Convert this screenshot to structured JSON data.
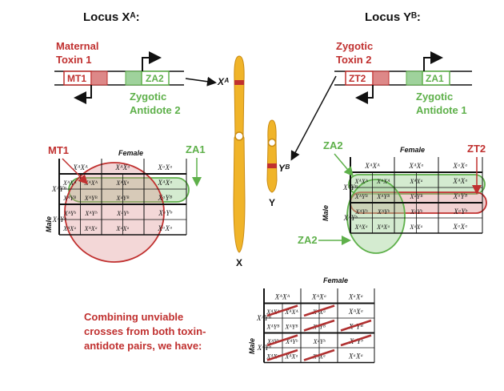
{
  "title_left": "Locus Xᴬ:",
  "title_right": "Locus Yᴮ:",
  "left_construct": {
    "label1": "Maternal",
    "label2": "Toxin 1",
    "box1": "MT1",
    "box2": "ZA2",
    "anti1": "Zygotic",
    "anti2": "Antidote 2"
  },
  "right_construct": {
    "label1": "Zygotic",
    "label2": "Toxin 2",
    "box1": "ZT2",
    "box2": "ZA1",
    "anti1": "Zygotic",
    "anti2": "Antidote 1"
  },
  "chromosomes": {
    "x_tag": "Xᴬ",
    "y_tag": "Yᴮ",
    "x_label": "X",
    "y_label": "Y"
  },
  "axis": {
    "female": "Female",
    "male": "Male"
  },
  "callouts": {
    "left_mt1": "MT1",
    "left_za1": "ZA1",
    "right_za2_top": "ZA2",
    "right_zt2": "ZT2",
    "right_za2_bottom": "ZA2"
  },
  "grid": {
    "cols": [
      "XᴬXᴬ",
      "XᴬXᵃ",
      "XᵃXᵃ"
    ],
    "rows": [
      {
        "male": "XᴬYᴮ",
        "cells": [
          [
            "XᴬXᴬ",
            "XᴬXᴬ",
            "XᴬXᵃ",
            "XᴬXᵃ"
          ],
          [
            "XᴬYᴮ",
            "XᴬYᴮ",
            "XᵃYᴮ",
            "XᵃYᴮ"
          ]
        ]
      },
      {
        "male": "XᴬYᵇ",
        "cells": [
          [
            "XᴬYᵇ",
            "XᴬYᵇ",
            "XᵃYᵇ",
            "XᵃYᵇ"
          ],
          [
            "XᴬXᵃ",
            "XᴬXᵃ",
            "XᵃXᵃ",
            "XᵃXᵃ"
          ]
        ]
      }
    ]
  },
  "combined_text": [
    "Combining unviable",
    "crosses from both toxin-",
    "antidote pairs, we have:"
  ]
}
